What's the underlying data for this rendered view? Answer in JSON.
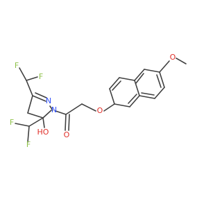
{
  "molecule": {
    "atoms": [
      {
        "id": "F1",
        "label": "F",
        "color": "#8fc24a"
      },
      {
        "id": "F2",
        "label": "F",
        "color": "#8fc24a"
      },
      {
        "id": "N1",
        "label": "N",
        "color": "#3050f8"
      },
      {
        "id": "N2",
        "label": "N",
        "color": "#3050f8"
      },
      {
        "id": "O1",
        "label": "O",
        "color": "#e0302a"
      },
      {
        "id": "O2",
        "label": "O",
        "color": "#e0302a"
      },
      {
        "id": "O3",
        "label": "O",
        "color": "#e0302a"
      },
      {
        "id": "F3",
        "label": "F",
        "color": "#8fc24a"
      },
      {
        "id": "F4",
        "label": "F",
        "color": "#8fc24a"
      },
      {
        "id": "OH",
        "label": "HO",
        "color": "#e0302a"
      }
    ]
  }
}
